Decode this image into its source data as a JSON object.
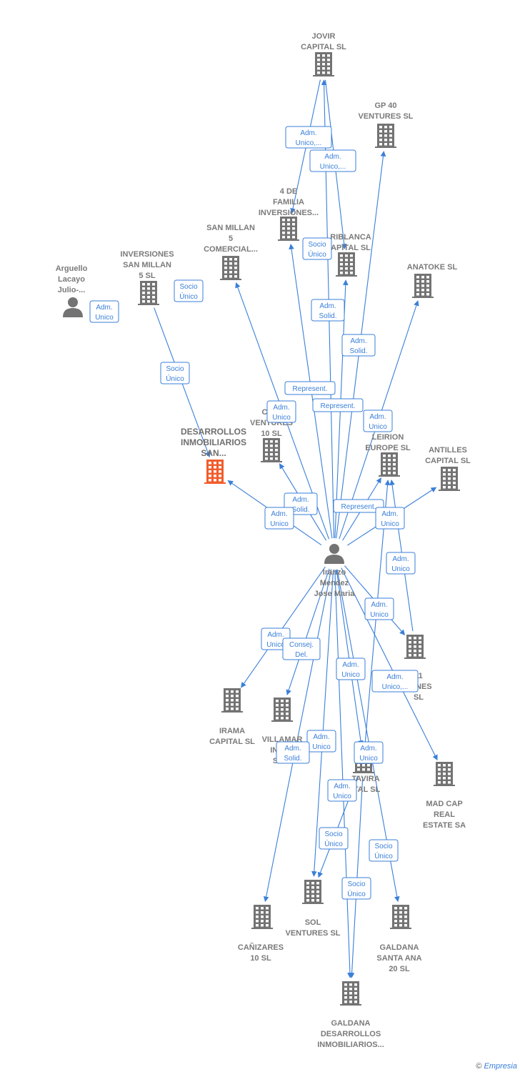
{
  "colors": {
    "edge": "#3a7fd9",
    "company": "#737373",
    "focus": "#f25c2c",
    "person": "#737373"
  },
  "footer": {
    "copyright": "©",
    "brand": "Empresia"
  },
  "nodes": [
    {
      "id": "jovir",
      "kind": "company",
      "lines": [
        "JOVIR",
        "CAPITAL  SL"
      ]
    },
    {
      "id": "gp40",
      "kind": "company",
      "lines": [
        "GP 40",
        "VENTURES  SL"
      ]
    },
    {
      "id": "cuatro",
      "kind": "company",
      "lines": [
        "4 DE",
        "FAMILIA",
        "INVERSIONES..."
      ]
    },
    {
      "id": "sanmillan5c",
      "kind": "company",
      "lines": [
        "SAN MILLAN",
        "5",
        "COMERCIAL..."
      ]
    },
    {
      "id": "riblanca",
      "kind": "company",
      "lines": [
        "RIBLANCA",
        "APITAL  SL"
      ]
    },
    {
      "id": "anatoke",
      "kind": "company",
      "lines": [
        "ANATOKE  SL"
      ]
    },
    {
      "id": "invsanmillan",
      "kind": "company",
      "lines": [
        "INVERSIONES",
        "SAN MILLAN",
        "5  SL"
      ]
    },
    {
      "id": "arguello",
      "kind": "person",
      "lines": [
        "Arguello",
        "Lacayo",
        "Julio-..."
      ]
    },
    {
      "id": "desarrollos",
      "kind": "focus",
      "lines": [
        "DESARROLLOS",
        "INMOBILIARIOS",
        "SAN..."
      ]
    },
    {
      "id": "canventures",
      "kind": "company",
      "lines": [
        "CAÑI",
        "VENTURES",
        "10  SL"
      ]
    },
    {
      "id": "leirion",
      "kind": "company",
      "lines": [
        "LEIRION",
        "EUROPE  SL"
      ]
    },
    {
      "id": "antilles",
      "kind": "company",
      "lines": [
        "ANTILLES",
        "CAPITAL  SL"
      ]
    },
    {
      "id": "iranzo",
      "kind": "person",
      "lines": [
        "Iranzo",
        "Mendez",
        "Jose Maria"
      ]
    },
    {
      "id": "jones",
      "kind": "company",
      "lines": [
        "11",
        "JONES",
        "SL"
      ]
    },
    {
      "id": "irama",
      "kind": "company",
      "lines": [
        "IRAMA",
        "CAPITAL  SL"
      ]
    },
    {
      "id": "villamar",
      "kind": "company",
      "lines": [
        "VILLAMAR",
        "INVER",
        "SICA"
      ]
    },
    {
      "id": "tavira",
      "kind": "company",
      "lines": [
        "TAVIRA",
        "ITAL  SL"
      ]
    },
    {
      "id": "madcap",
      "kind": "company",
      "lines": [
        "MAD CAP",
        "REAL",
        "ESTATE SA"
      ]
    },
    {
      "id": "canizares",
      "kind": "company",
      "lines": [
        "CAÑIZARES",
        "10  SL"
      ]
    },
    {
      "id": "sol",
      "kind": "company",
      "lines": [
        "SOL",
        "VENTURES  SL"
      ]
    },
    {
      "id": "galdanasa",
      "kind": "company",
      "lines": [
        "GALDANA",
        "SANTA ANA",
        "20  SL"
      ]
    },
    {
      "id": "galdanadi",
      "kind": "company",
      "lines": [
        "GALDANA",
        "DESARROLLOS",
        "INMOBILIARIOS..."
      ]
    }
  ],
  "edge_labels": [
    {
      "lines": [
        "Adm.",
        "Unico,..."
      ]
    },
    {
      "lines": [
        "Adm.",
        "Unico,..."
      ]
    },
    {
      "lines": [
        "Socio",
        "Único"
      ]
    },
    {
      "lines": [
        "Socio",
        "Único"
      ]
    },
    {
      "lines": [
        "Adm.",
        "Unico"
      ]
    },
    {
      "lines": [
        "Adm.",
        "Solid."
      ]
    },
    {
      "lines": [
        "Adm.",
        "Solid."
      ]
    },
    {
      "lines": [
        "Socio",
        "Único"
      ]
    },
    {
      "lines": [
        "Represent."
      ]
    },
    {
      "lines": [
        "Represent."
      ]
    },
    {
      "lines": [
        "Adm.",
        "Unico"
      ]
    },
    {
      "lines": [
        "Adm.",
        "Unico"
      ]
    },
    {
      "lines": [
        "Adm.",
        "Solid."
      ]
    },
    {
      "lines": [
        "Adm.",
        "Unico"
      ]
    },
    {
      "lines": [
        "Represent."
      ]
    },
    {
      "lines": [
        "Adm.",
        "Unico"
      ]
    },
    {
      "lines": [
        "Adm.",
        "Unico"
      ]
    },
    {
      "lines": [
        "Adm.",
        "Unico"
      ]
    },
    {
      "lines": [
        "Adm.",
        "Unico"
      ]
    },
    {
      "lines": [
        "Consej.",
        "Del."
      ]
    },
    {
      "lines": [
        "Adm.",
        "Unico"
      ]
    },
    {
      "lines": [
        "Adm.",
        "Unico,..."
      ]
    },
    {
      "lines": [
        "Adm.",
        "Unico"
      ]
    },
    {
      "lines": [
        "Adm.",
        "Solid."
      ]
    },
    {
      "lines": [
        "Adm.",
        "Unico"
      ]
    },
    {
      "lines": [
        "Adm.",
        "Unico"
      ]
    },
    {
      "lines": [
        "Socio",
        "Único"
      ]
    },
    {
      "lines": [
        "Socio",
        "Único"
      ]
    },
    {
      "lines": [
        "Socio",
        "Único"
      ]
    }
  ]
}
